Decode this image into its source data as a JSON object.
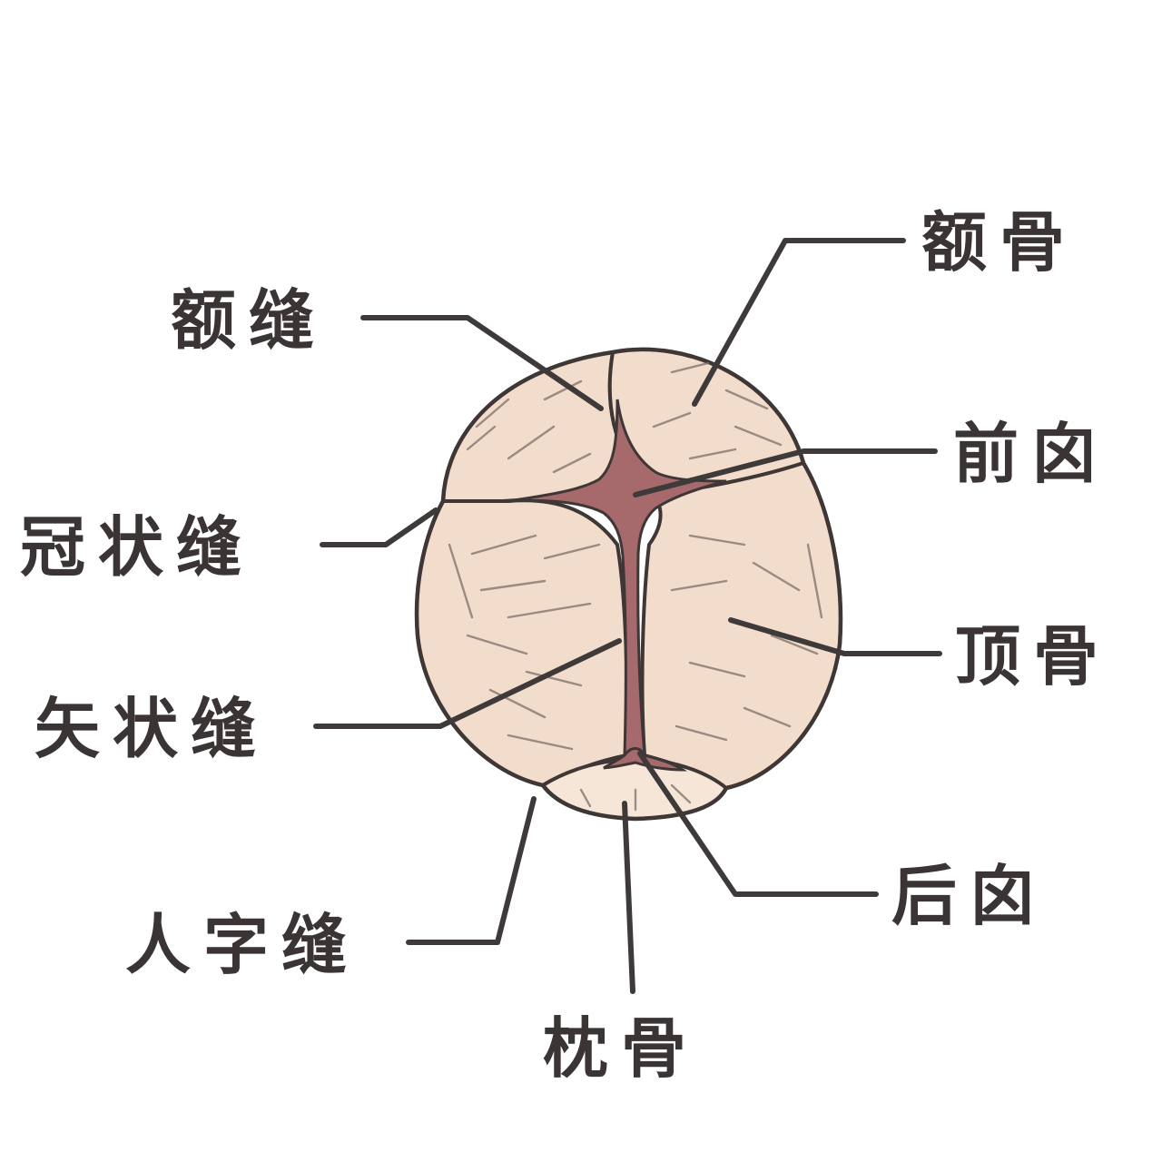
{
  "colors": {
    "bone_fill": "#f2dccb",
    "bone_fill_light": "#f6e6d8",
    "fontanelle_fill": "#a66a6c",
    "outline": "#3f3636",
    "label": "#3a3434"
  },
  "labels": {
    "frontal_bone": "额骨",
    "metopic_suture": "额缝",
    "anterior_fontanelle": "前囟",
    "coronal_suture": "冠状缝",
    "parietal_bone": "顶骨",
    "sagittal_suture": "矢状缝",
    "posterior_fontanelle": "后囟",
    "lambdoid_suture": "人字缝",
    "occipital_bone": "枕骨"
  }
}
